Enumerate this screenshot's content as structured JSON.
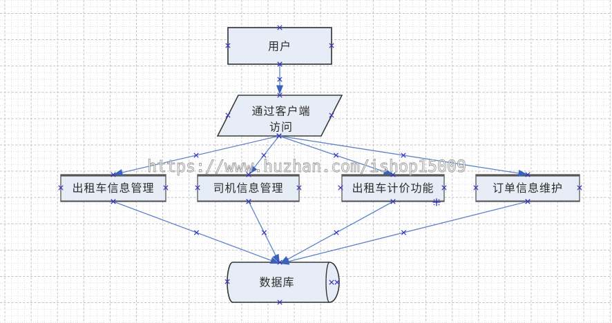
{
  "diagram": {
    "nodes": {
      "user": {
        "label": "用户",
        "shape": "rectangle"
      },
      "client": {
        "label": "通过客户端访问",
        "line1": "通过客户端",
        "line2": "访问",
        "shape": "parallelogram"
      },
      "taxi_info": {
        "label": "出租车信息管理",
        "shape": "rectangle"
      },
      "driver_info": {
        "label": "司机信息管理",
        "shape": "rectangle"
      },
      "taxi_pricing": {
        "label": "出租车计价功能",
        "shape": "rectangle"
      },
      "order_info": {
        "label": "订单信息维护",
        "shape": "rectangle"
      },
      "database": {
        "label": "数据库",
        "shape": "direct-data-cylinder"
      }
    },
    "edges": [
      {
        "from": "user",
        "to": "client"
      },
      {
        "from": "client",
        "to": "taxi_info"
      },
      {
        "from": "client",
        "to": "driver_info"
      },
      {
        "from": "client",
        "to": "taxi_pricing"
      },
      {
        "from": "client",
        "to": "order_info"
      },
      {
        "from": "taxi_info",
        "to": "database"
      },
      {
        "from": "driver_info",
        "to": "database"
      },
      {
        "from": "taxi_pricing",
        "to": "database"
      },
      {
        "from": "order_info",
        "to": "database"
      }
    ],
    "watermark": "https://www.huzhan.com/ishop15009",
    "colors": {
      "shape_fill": "#e7edf6",
      "shape_border": "#3a3a3a",
      "box_border": "#6b6b6b",
      "box_accent": "#565656",
      "connector": "#5c82c8",
      "arrowhead": "#3a62b8",
      "connection_mark": "#3434bf",
      "grid_minor": "#d7d9dd",
      "grid_major": "#bfc3c9",
      "text": "#2b2b2b",
      "watermark_outline": "#9b9b9b"
    }
  }
}
